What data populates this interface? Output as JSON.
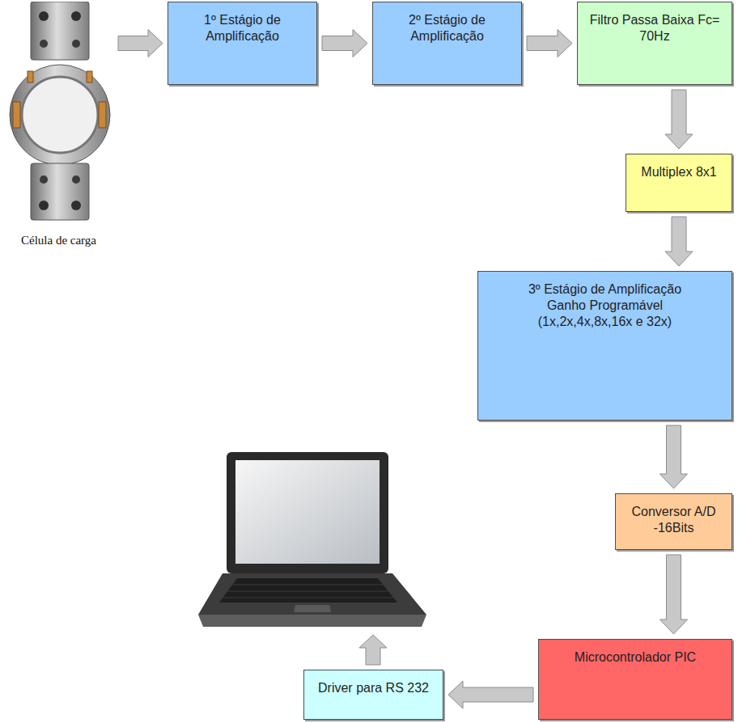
{
  "diagram": {
    "nodes": [
      {
        "text": [
          "Célula de carga"
        ]
      },
      {
        "text": [
          "1º Estágio de Amplificação"
        ]
      },
      {
        "text": [
          "2º Estágio de Amplificação"
        ]
      },
      {
        "text": [
          "Filtro Passa Baixa Fc= 70Hz"
        ]
      },
      {
        "text": [
          "Multiplex 8x1"
        ]
      },
      {
        "text": [
          "3º Estágio de Amplificação Ganho Programável (1x,2x,4x,8x,16x e 32x)"
        ]
      },
      {
        "text": [
          "Conversor A/D -16Bits"
        ]
      },
      {
        "text": [
          "Microcontrolador PIC"
        ]
      },
      {
        "text": [
          "Driver para RS 232"
        ]
      }
    ],
    "edges": [
      {
        "from": 0,
        "to": 1,
        "arrow": "to"
      },
      {
        "from": 1,
        "to": 2,
        "arrow": "to"
      },
      {
        "from": 2,
        "to": 3,
        "arrow": "to"
      },
      {
        "from": 3,
        "to": 4,
        "arrow": "to"
      },
      {
        "from": 4,
        "to": 5,
        "arrow": "to"
      },
      {
        "from": 5,
        "to": 6,
        "arrow": "to"
      },
      {
        "from": 6,
        "to": 7,
        "arrow": "to"
      },
      {
        "from": 7,
        "to": 8,
        "arrow": "to"
      }
    ]
  }
}
